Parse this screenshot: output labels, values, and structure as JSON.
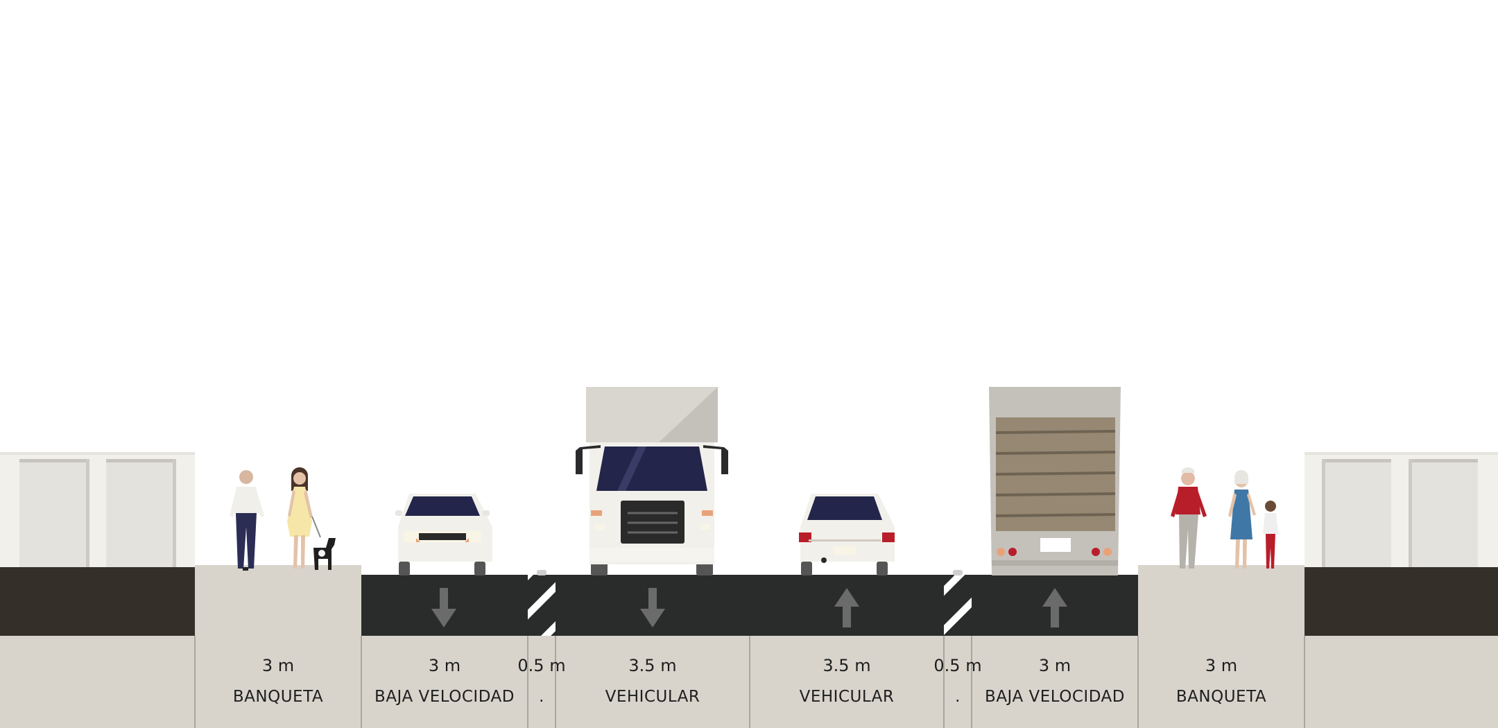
{
  "street": {
    "unit": "m",
    "segments": [
      {
        "id": "banqueta-izq",
        "width_label": "3 m",
        "name": "BANQUETA"
      },
      {
        "id": "baja-velocidad-izq",
        "width_label": "3 m",
        "name": "BAJA VELOCIDAD",
        "direction": "down"
      },
      {
        "id": "separador-izq",
        "width_label": "0.5 m",
        "name": "."
      },
      {
        "id": "vehicular-izq",
        "width_label": "3.5 m",
        "name": "VEHICULAR",
        "direction": "down"
      },
      {
        "id": "vehicular-der",
        "width_label": "3.5 m",
        "name": "VEHICULAR",
        "direction": "up"
      },
      {
        "id": "separador-der",
        "width_label": "0.5 m",
        "name": "."
      },
      {
        "id": "baja-velocidad-der",
        "width_label": "3 m",
        "name": "BAJA VELOCIDAD",
        "direction": "up"
      },
      {
        "id": "banqueta-der",
        "width_label": "3 m",
        "name": "BANQUETA"
      }
    ]
  },
  "colors": {
    "asphalt": "#2a2c2b",
    "sidewalk": "#d8d4cc",
    "ground": "#d8d4cc",
    "earth": "#352f2a",
    "building": "#f1f0eb",
    "arrow": "#6b6b6b",
    "divider_line": "#9a9690"
  },
  "icons": [
    "pedestrian",
    "dog",
    "car-front",
    "car-rear",
    "box-truck-front",
    "box-truck-rear",
    "direction-arrow",
    "lane-separator"
  ]
}
